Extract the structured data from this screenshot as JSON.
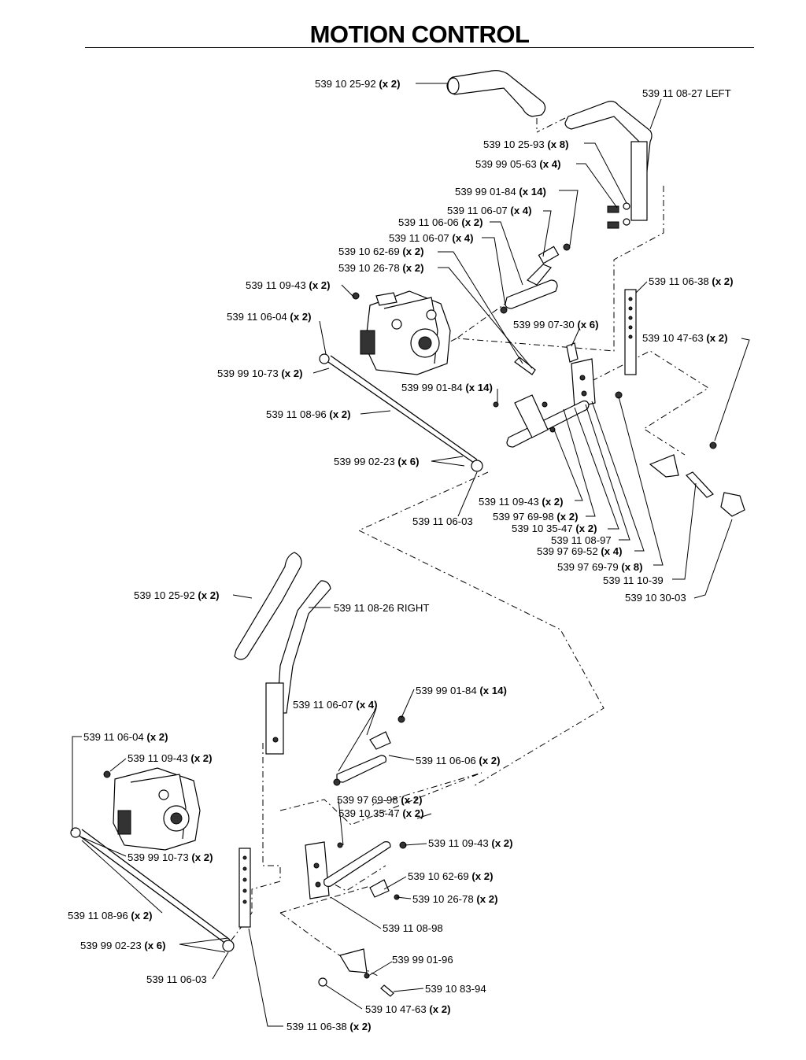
{
  "title": "MOTION CONTROL",
  "upper_left_assembly": {
    "labels": [
      {
        "num": "539 10 25-92",
        "qty": "(x 2)"
      },
      {
        "num": "539 11 08-27 LEFT",
        "qty": ""
      },
      {
        "num": "539 10 25-93",
        "qty": "(x 8)"
      },
      {
        "num": "539 99 05-63",
        "qty": "(x 4)"
      },
      {
        "num": "539 99 01-84",
        "qty": "(x 14)"
      },
      {
        "num": "539 11 06-07",
        "qty": "(x 4)"
      },
      {
        "num": "539 11 06-06",
        "qty": "(x 2)"
      },
      {
        "num": "539 11 06-07",
        "qty": "(x 4)"
      },
      {
        "num": "539 10 62-69",
        "qty": "(x 2)"
      },
      {
        "num": "539 10 26-78",
        "qty": "(x 2)"
      },
      {
        "num": "539 11 09-43",
        "qty": "(x 2)"
      },
      {
        "num": "539 11 06-38",
        "qty": "(x 2)"
      },
      {
        "num": "539 11 06-04",
        "qty": "(x 2)"
      },
      {
        "num": "539 99 07-30",
        "qty": "(x 6)"
      },
      {
        "num": "539 10 47-63",
        "qty": "(x 2)"
      },
      {
        "num": "539 99 10-73",
        "qty": "(x 2)"
      },
      {
        "num": "539 99 01-84",
        "qty": "(x 14)"
      },
      {
        "num": "539 11 08-96",
        "qty": "(x 2)"
      },
      {
        "num": "539 99 02-23",
        "qty": "(x 6)"
      },
      {
        "num": "539 11 09-43",
        "qty": "(x 2)"
      },
      {
        "num": "539 97 69-98",
        "qty": "(x 2)"
      },
      {
        "num": "539 11 06-03",
        "qty": ""
      },
      {
        "num": "539 10 35-47",
        "qty": "(x 2)"
      },
      {
        "num": "539 11 08-97",
        "qty": ""
      },
      {
        "num": "539 97 69-52",
        "qty": "(x 4)"
      },
      {
        "num": "539 97 69-79",
        "qty": "(x 8)"
      },
      {
        "num": "539 11 10-39",
        "qty": ""
      },
      {
        "num": "539 10 30-03",
        "qty": ""
      }
    ]
  },
  "lower_right_assembly": {
    "labels": [
      {
        "num": "539 10 25-92",
        "qty": "(x 2)"
      },
      {
        "num": "539 11 08-26 RIGHT",
        "qty": ""
      },
      {
        "num": "539 99 01-84",
        "qty": "(x 14)"
      },
      {
        "num": "539 11 06-07",
        "qty": "(x 4)"
      },
      {
        "num": "539 11 06-04",
        "qty": "(x 2)"
      },
      {
        "num": "539 11 09-43",
        "qty": "(x 2)"
      },
      {
        "num": "539 11 06-06",
        "qty": "(x 2)"
      },
      {
        "num": "539 97 69-98",
        "qty": "(x 2)"
      },
      {
        "num": "539 10 35-47",
        "qty": "(x 2)"
      },
      {
        "num": "539 11 09-43",
        "qty": "(x 2)"
      },
      {
        "num": "539 99 10-73",
        "qty": "(x 2)"
      },
      {
        "num": "539 10 62-69",
        "qty": "(x 2)"
      },
      {
        "num": "539 10 26-78",
        "qty": "(x 2)"
      },
      {
        "num": "539 11 08-96",
        "qty": "(x 2)"
      },
      {
        "num": "539 11 08-98",
        "qty": ""
      },
      {
        "num": "539 99 02-23",
        "qty": "(x 6)"
      },
      {
        "num": "539 99 01-96",
        "qty": ""
      },
      {
        "num": "539 11 06-03",
        "qty": ""
      },
      {
        "num": "539 10 83-94",
        "qty": ""
      },
      {
        "num": "539 10 47-63",
        "qty": "(x 2)"
      },
      {
        "num": "539 11 06-38",
        "qty": "(x 2)"
      }
    ]
  }
}
